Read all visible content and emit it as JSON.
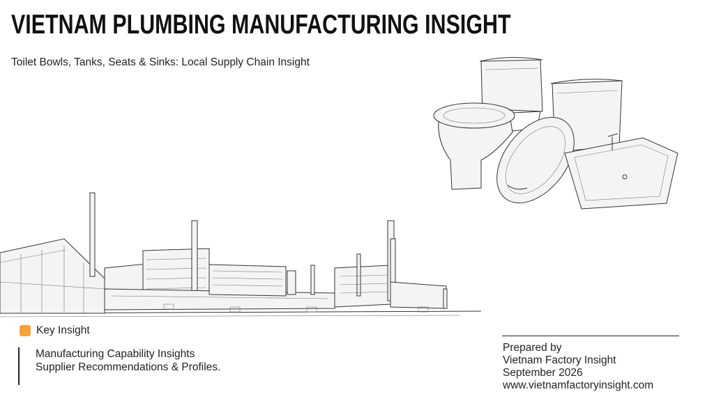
{
  "header": {
    "title": "Vietnam Plumbing Manufacturing Insight",
    "subtitle": "Toilet Bowls, Tanks, Seats & Sinks: Local Supply Chain Insight"
  },
  "key_insight": {
    "icon": "orange-square-icon",
    "icon_color": "#f6a23a",
    "label": "Key Insight",
    "lines": [
      "Manufacturing Capability Insights",
      "Supplier Recommendations & Profiles."
    ]
  },
  "prepared": {
    "label": "Prepared by",
    "organization": "Vietnam Factory Insight",
    "date": "September 2026",
    "website": "www.vietnamfactoryinsight.com"
  },
  "illustrations": {
    "fixtures": "toilet-and-sink-sketch",
    "factory": "factory-skyline-sketch"
  }
}
